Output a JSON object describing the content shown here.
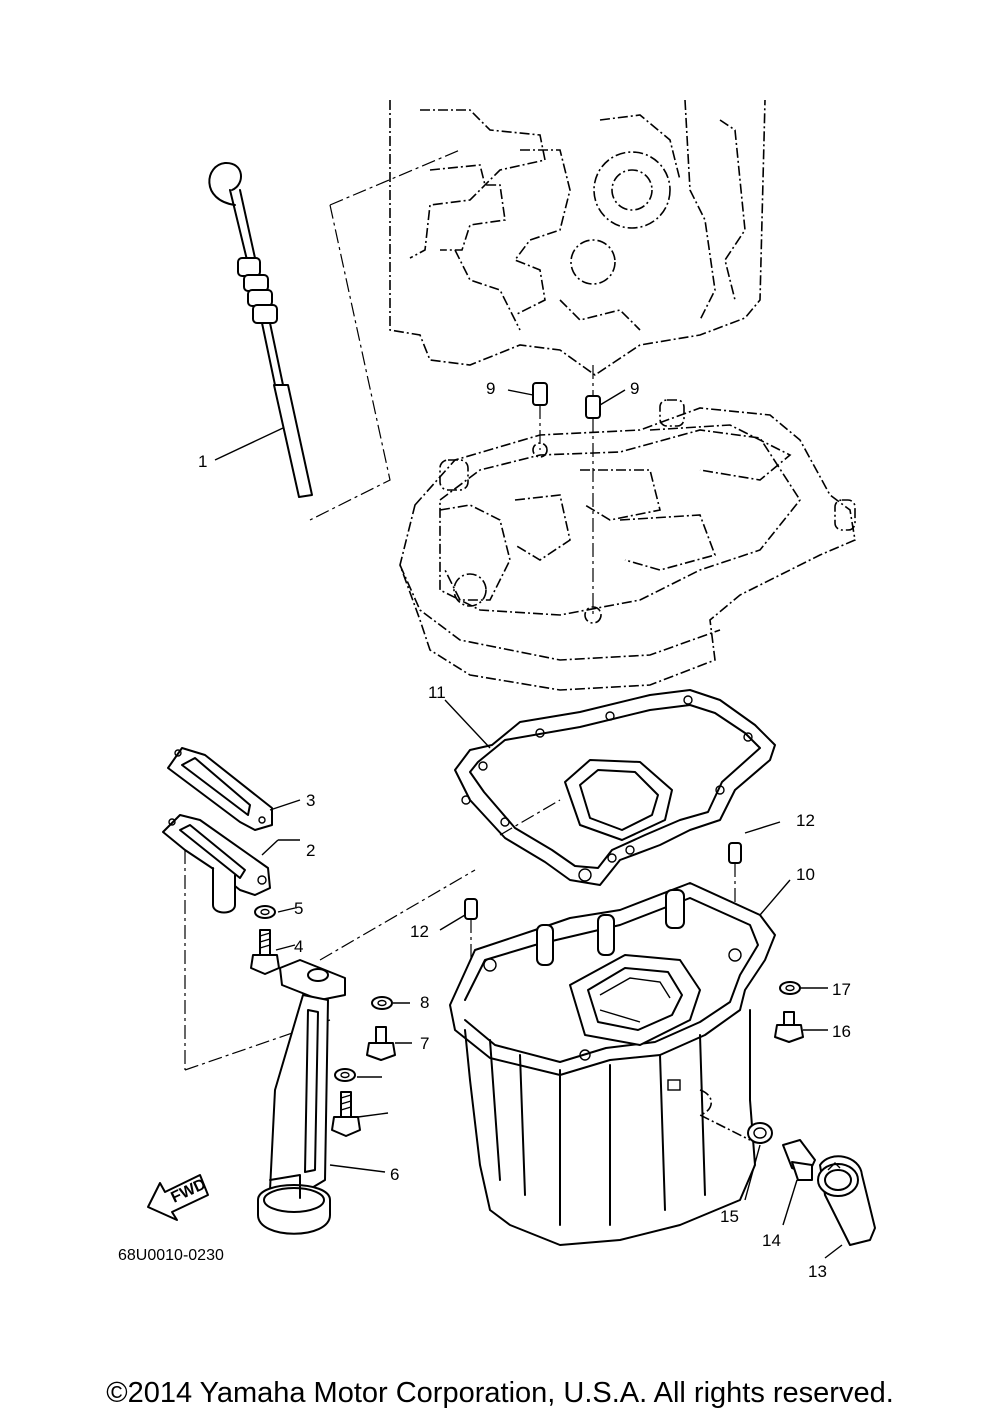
{
  "callouts": [
    "1",
    "2",
    "3",
    "4",
    "5",
    "6",
    "7",
    "8",
    "9",
    "10",
    "11",
    "12",
    "13",
    "14",
    "15",
    "16",
    "17"
  ],
  "fwd_label": "FWD",
  "diagram_code": "68U0010-0230",
  "copyright": "©2014 Yamaha Motor Corporation, U.S.A. All rights reserved."
}
